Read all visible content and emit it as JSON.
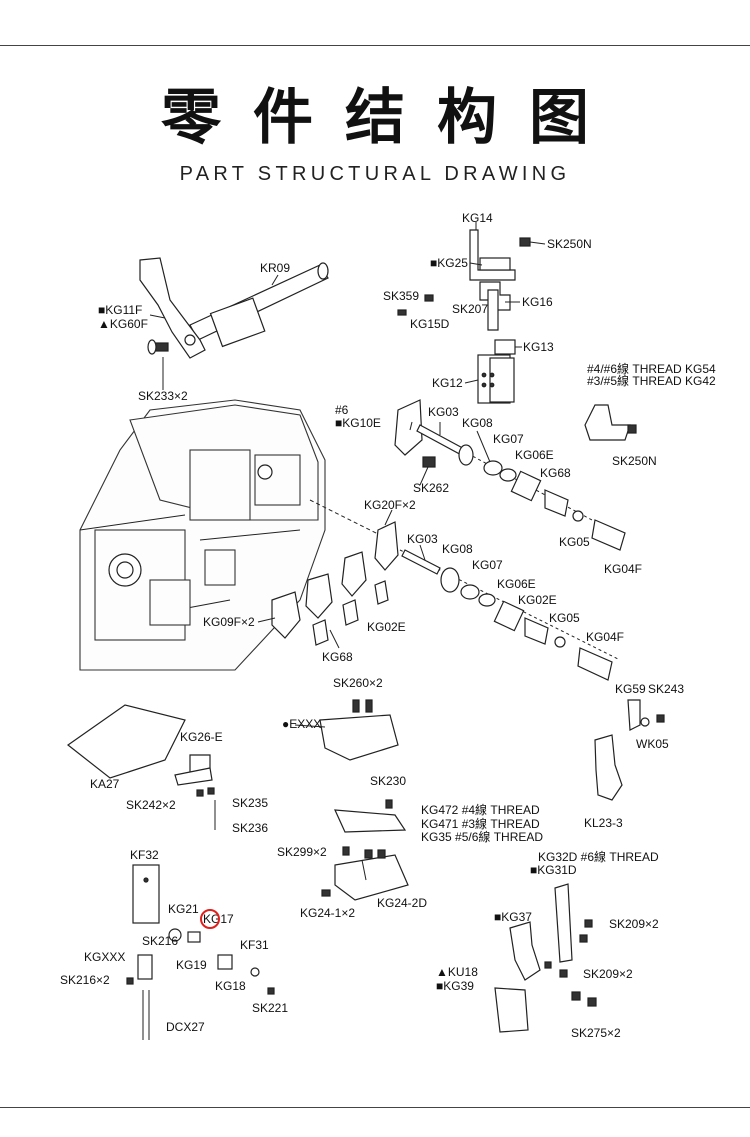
{
  "header": {
    "title": "零件结构图",
    "subtitle": "PART STRUCTURAL DRAWING"
  },
  "labels": {
    "kg14": "KG14",
    "sk250n_top": "SK250N",
    "kg25": "■KG25",
    "sk359": "SK359",
    "sk207": "SK207",
    "kg16": "KG16",
    "kg15d": "KG15D",
    "kg13": "KG13",
    "kr09": "KR09",
    "kg11f": "■KG11F",
    "kg60f": "▲KG60F",
    "sk233": "SK233×2",
    "kg12": "KG12",
    "thread_kg54": "#4/#6線 THREAD KG54",
    "thread_kg42": "#3/#5線 THREAD KG42",
    "sk250n_right": "SK250N",
    "no6": "#6",
    "kg10e": "■KG10E",
    "kg03_top": "KG03",
    "kg08_top": "KG08",
    "kg07_top": "KG07",
    "kg06e_top": "KG06E",
    "kg68_top": "KG68",
    "sk262": "SK262",
    "kg05_top": "KG05",
    "kg04f_top": "KG04F",
    "kg20f": "KG20F×2",
    "kg03_mid": "KG03",
    "kg08_mid": "KG08",
    "kg07_mid": "KG07",
    "kg06e_mid": "KG06E",
    "kg02e_right": "KG02E",
    "kg05_mid": "KG05",
    "kg04f_mid": "KG04F",
    "kg09f": "KG09F×2",
    "kg02e_left": "KG02E",
    "kg68_mid": "KG68",
    "sk260": "SK260×2",
    "exxx": "●EXXX",
    "kg59": "KG59",
    "sk243": "SK243",
    "wk05": "WK05",
    "kl23": "KL23-3",
    "kg26e": "KG26-E",
    "ka27": "KA27",
    "sk242": "SK242×2",
    "sk235": "SK235",
    "sk236": "SK236",
    "sk230": "SK230",
    "kg472": "KG472 #4線 THREAD",
    "kg471": "KG471 #3線 THREAD",
    "kg35": "KG35 #5/6線 THREAD",
    "sk299": "SK299×2",
    "kg24_1": "KG24-1×2",
    "kg24_2d": "KG24-2D",
    "kf32": "KF32",
    "kg21": "KG21",
    "kg17": "KG17",
    "sk216_top": "SK216",
    "kg19": "KG19",
    "kf31": "KF31",
    "kgxxx": "KGXXX",
    "sk216_2": "SK216×2",
    "kg18": "KG18",
    "sk221": "SK221",
    "dcx27": "DCX27",
    "kg32d": "KG32D #6線 THREAD",
    "kg31d": "■KG31D",
    "kg37": "■KG37",
    "sk209_a": "SK209×2",
    "ku18": "▲KU18",
    "kg39": "■KG39",
    "sk209_b": "SK209×2",
    "sk275": "SK275×2"
  },
  "highlight": {
    "color": "#e0201c",
    "target": "KG17"
  }
}
